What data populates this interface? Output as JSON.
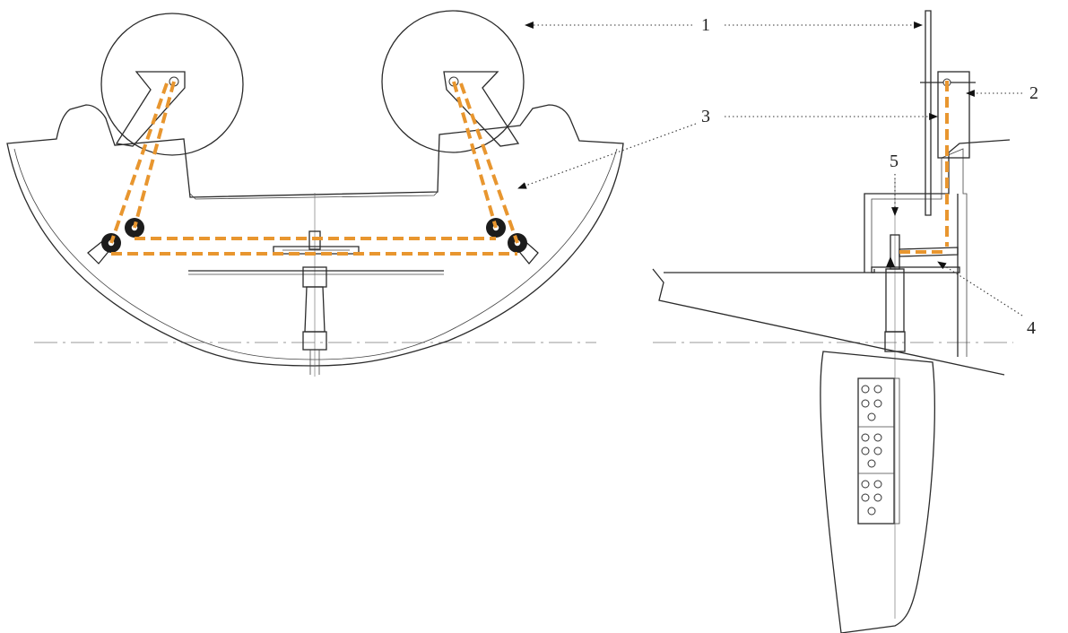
{
  "callouts": {
    "n1": "1",
    "n2": "2",
    "n3": "3",
    "n4": "4",
    "n5": "5"
  },
  "colors": {
    "cable_orange": "#E8962F",
    "line_dark": "#2b2b2b",
    "centerline_gray": "#9a9a9a"
  }
}
